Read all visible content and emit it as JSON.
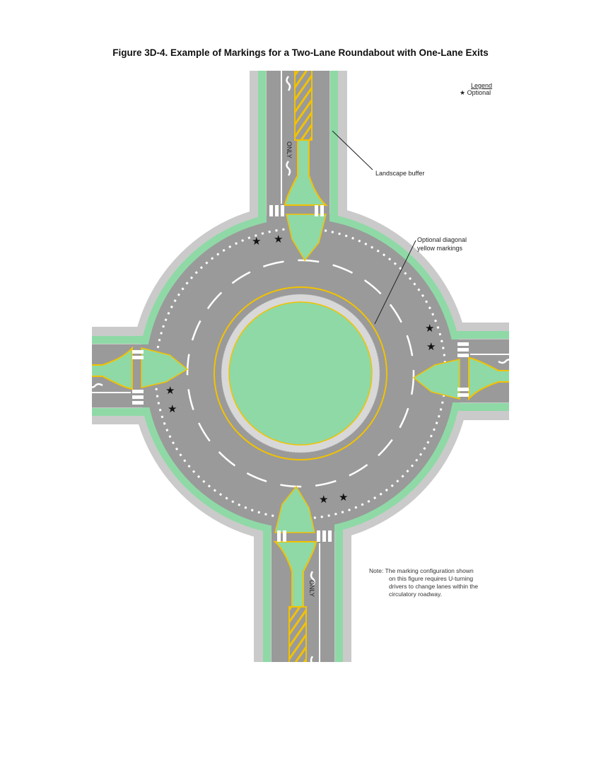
{
  "title": "Figure 3D-4.  Example of Markings for a Two-Lane Roundabout with One-Lane Exits",
  "legend": {
    "heading": "Legend",
    "star_icon": "star-icon",
    "optional": "Optional"
  },
  "labels": {
    "landscape_buffer": "Landscape buffer",
    "diagonal_line1": "Optional diagonal",
    "diagonal_line2": "yellow markings",
    "only": "ONLY"
  },
  "note": {
    "line1": "Note: The marking configuration shown",
    "line2": "on this figure requires U-turning",
    "line3": "drivers to change lanes within the",
    "line4": "circulatory roadway."
  },
  "colors": {
    "asphalt": "#9a9a9a",
    "sidewalk": "#cacaca",
    "landscape": "#8fd9a6",
    "yellow": "#f2c200",
    "white": "#ffffff"
  }
}
